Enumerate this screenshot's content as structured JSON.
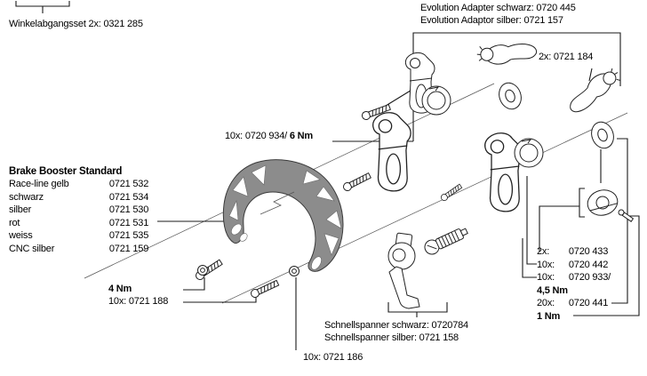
{
  "diagram": {
    "top_left": {
      "angle_outlet_set": "Winkelabgangsset 2x: 0321 285"
    },
    "top_right": {
      "adapter_black": "Evolution Adapter schwarz: 0720 445",
      "adapter_silver": "Evolution Adaptor silber: 0721 157",
      "lever_clamp_qty": "2x: 0721 184"
    },
    "center": {
      "bolt_label": "10x: 0720 934/",
      "bolt_torque": "6 Nm"
    },
    "booster_list": {
      "title": "Brake Booster Standard",
      "items": [
        {
          "name": "Race-line gelb",
          "number": "0721 532"
        },
        {
          "name": "schwarz",
          "number": "0721 534"
        },
        {
          "name": "silber",
          "number": "0721 530"
        },
        {
          "name": "rot",
          "number": "0721 531"
        },
        {
          "name": "weiss",
          "number": "0721 535"
        },
        {
          "name": "CNC silber",
          "number": "0721 159"
        }
      ]
    },
    "bottom_left": {
      "torque": "4 Nm",
      "bolts": "10x: 0721 188"
    },
    "bottom_center": {
      "quick_release_black": "Schnellspanner schwarz: 0720784",
      "quick_release_silver": "Schnellspanner silber: 0721 158",
      "nuts": "10x: 0721 186"
    },
    "right_list": {
      "rows": [
        {
          "qty": "2x:",
          "number": "0720 433"
        },
        {
          "qty": "10x:",
          "number": "0720 442"
        },
        {
          "qty": "10x:",
          "number": "0720 933/"
        },
        {
          "qty": "4,5 Nm",
          "number": ""
        },
        {
          "qty": "20x:",
          "number": "0720 441"
        },
        {
          "qty": "1 Nm",
          "number": ""
        }
      ]
    },
    "colors": {
      "line": "#1a1a1a",
      "booster_gray": "#8c8c8c",
      "background": "#ffffff"
    }
  }
}
